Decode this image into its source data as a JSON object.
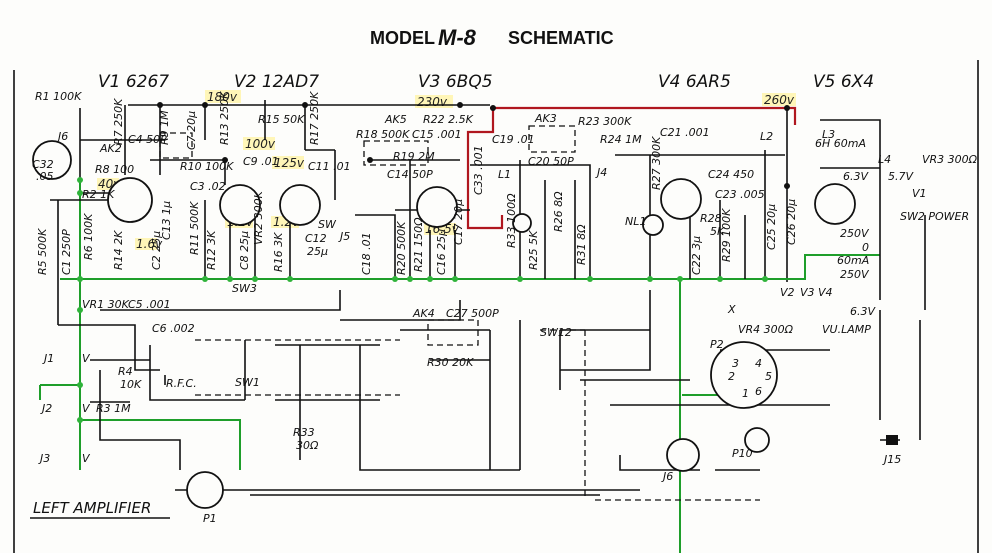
{
  "title": {
    "prefix": "MODEL",
    "model": "M-8",
    "suffix": "SCHEMATIC"
  },
  "footer_label": "LEFT AMPLIFIER",
  "colors": {
    "ground_bus": "#1e9e2a",
    "b_plus_line": "#b0171f",
    "voltage_highlight": "#fff6b8",
    "ink": "#111111"
  },
  "tubes": [
    {
      "ref": "V1",
      "type": "6267",
      "label": "V1 6267"
    },
    {
      "ref": "V2",
      "type": "12AD7",
      "label": "V2 12AD7"
    },
    {
      "ref": "V3",
      "type": "6BQ5",
      "label": "V3 6BQ5"
    },
    {
      "ref": "V4",
      "type": "6AR5",
      "label": "V4 6AR5"
    },
    {
      "ref": "V5",
      "type": "6X4",
      "label": "V5 6X4"
    }
  ],
  "voltages": [
    "180v",
    "100v",
    "125v",
    "230v",
    "260v",
    "40v",
    "1.2v",
    "1.2v",
    "16.5v",
    "1.6v"
  ],
  "resistors": [
    {
      "ref": "R1",
      "value": "100K"
    },
    {
      "ref": "R2",
      "value": "1K"
    },
    {
      "ref": "R3",
      "value": "1M"
    },
    {
      "ref": "R4",
      "value": "10K"
    },
    {
      "ref": "R5",
      "value": "500K"
    },
    {
      "ref": "R6",
      "value": "100K"
    },
    {
      "ref": "R7",
      "value": "250K"
    },
    {
      "ref": "R8",
      "value": "100"
    },
    {
      "ref": "R9",
      "value": "1M"
    },
    {
      "ref": "R10",
      "value": "100K"
    },
    {
      "ref": "R11",
      "value": "500K"
    },
    {
      "ref": "R12",
      "value": "3K"
    },
    {
      "ref": "R13",
      "value": "250K"
    },
    {
      "ref": "R14",
      "value": "2K"
    },
    {
      "ref": "R15",
      "value": "50K"
    },
    {
      "ref": "R16",
      "value": "3K"
    },
    {
      "ref": "R17",
      "value": "250K"
    },
    {
      "ref": "R18",
      "value": "500K"
    },
    {
      "ref": "R19",
      "value": "2M"
    },
    {
      "ref": "R20",
      "value": "500K"
    },
    {
      "ref": "R21",
      "value": "150Ω"
    },
    {
      "ref": "R22",
      "value": "2.5K"
    },
    {
      "ref": "R23",
      "value": "300K"
    },
    {
      "ref": "R24",
      "value": "1M"
    },
    {
      "ref": "R25",
      "value": "5K"
    },
    {
      "ref": "R26",
      "value": "8Ω"
    },
    {
      "ref": "R27",
      "value": "300K"
    },
    {
      "ref": "R28",
      "value": "5K"
    },
    {
      "ref": "R29",
      "value": "100K"
    },
    {
      "ref": "R30",
      "value": "20K"
    },
    {
      "ref": "R31",
      "value": "8Ω"
    },
    {
      "ref": "R33",
      "value": "30Ω"
    },
    {
      "ref": "VR1",
      "value": "30K"
    },
    {
      "ref": "VR2",
      "value": "300K"
    },
    {
      "ref": "VR3",
      "value": "300Ω"
    },
    {
      "ref": "VR4",
      "value": "300Ω"
    }
  ],
  "capacitors": [
    {
      "ref": "C1",
      "value": "250P"
    },
    {
      "ref": "C2",
      "value": "25μ"
    },
    {
      "ref": "C3",
      "value": ".02"
    },
    {
      "ref": "C4",
      "value": "50P"
    },
    {
      "ref": "C5",
      "value": ".001"
    },
    {
      "ref": "C6",
      "value": ".002"
    },
    {
      "ref": "C7",
      "value": "20μ"
    },
    {
      "ref": "C8",
      "value": "25μ"
    },
    {
      "ref": "C9",
      "value": ".01"
    },
    {
      "ref": "C11",
      "value": ".01"
    },
    {
      "ref": "C12",
      "value": "25μ"
    },
    {
      "ref": "C13",
      "value": "1μ"
    },
    {
      "ref": "C14",
      "value": "50P"
    },
    {
      "ref": "C15",
      "value": ".001"
    },
    {
      "ref": "C16",
      "value": "25μ"
    },
    {
      "ref": "C17",
      "value": "20μ"
    },
    {
      "ref": "C18",
      "value": ".01"
    },
    {
      "ref": "C19",
      "value": ".01"
    },
    {
      "ref": "C20",
      "value": "50P"
    },
    {
      "ref": "C21",
      "value": ".001"
    },
    {
      "ref": "C22",
      "value": "3μ"
    },
    {
      "ref": "C23",
      "value": ".005"
    },
    {
      "ref": "C24",
      "value": "450"
    },
    {
      "ref": "C25",
      "value": "20μ"
    },
    {
      "ref": "C26",
      "value": "20μ"
    },
    {
      "ref": "C27",
      "value": "500P"
    },
    {
      "ref": "C32",
      "value": ".05"
    },
    {
      "ref": "C33",
      "value": ".001"
    }
  ],
  "labels": {
    "r1": "R1 100K",
    "j16": "J6",
    "c32": "C32",
    "c32v": ".05",
    "r2": "R2 1K",
    "ak2": "AK2",
    "r8": "R8 100",
    "c4": "C4 50P",
    "r7": "R7 250K",
    "r9": "R9 1M",
    "c7": "C7 20μ",
    "r13": "R13 250K",
    "r10": "R10 100K",
    "c3": "C3 .02",
    "r11": "R11 500K",
    "c13": "C13 1μ",
    "c2": "C2 25μ",
    "r14": "R14 2K",
    "r6": "R6 100K",
    "c1": "C1 250P",
    "r5": "R5 500K",
    "r15": "R15 50K",
    "r17": "R17 250K",
    "c9": "C9 .01",
    "c11": "C11 .01",
    "vr2": "VR2 300K",
    "r12": "R12 3K",
    "c8": "C8 25μ",
    "r16": "R16 3K",
    "c12": "C12",
    "c12v": "25μ",
    "sw": "SW",
    "j5": "J5",
    "c18": "C18 .01",
    "ak5": "AK5",
    "r18": "R18 500K",
    "c15": "C15 .001",
    "r19": "R19 2M",
    "c14": "C14 50P",
    "r22": "R22 2.5K",
    "r20": "R20 500K",
    "r21": "R21 150Ω",
    "c16": "C16 25μ",
    "c17": "C17 20μ",
    "c33": "C33 .001",
    "c19": "C19 .01",
    "ak3": "AK3",
    "c20": "C20 50P",
    "r23": "R23 300K",
    "r24": "R24 1M",
    "l1": "L1",
    "j4": "J4",
    "r33a": "R33 100Ω",
    "r25": "R25 5K",
    "r26": "R26 8Ω",
    "r31": "R31 8Ω",
    "c21": "C21 .001",
    "l2": "L2",
    "r27": "R27 300K",
    "nl1": "NL1",
    "c24": "C24 450",
    "c23": "C23 .005",
    "r28": "R28",
    "r28v": "5K",
    "r29": "R29 100K",
    "c22": "C22 3μ",
    "c25": "C25 20μ",
    "c26": "C26 20μ",
    "l3": "L3",
    "l3v": "6H 60mA",
    "l4": "L4",
    "vr3": "VR3 300Ω",
    "v63": "6.3V",
    "v57": "5.7V",
    "vi": "V1",
    "sw2": "SW2 POWER",
    "t250a": "250V",
    "t0": "0",
    "t60": "60mA",
    "t250b": "250V",
    "vr1": "VR1 30K",
    "c5": "C5 .001",
    "c6": "C6 .002",
    "sw3": "SW3",
    "j1": "J1",
    "j2": "J2",
    "j3": "J3",
    "v": "V",
    "r4": "R4",
    "r4v": "10K",
    "r3": "R3 1M",
    "rfc": "R.F.C.",
    "sw1": "SW1",
    "r33": "R33",
    "r33v": "30Ω",
    "ak4": "AK4",
    "c27": "C27 500P",
    "r30": "R30 20K",
    "sw12": "SW12",
    "x": "X",
    "vr4": "VR4 300Ω",
    "vuv2": "V2",
    "vuv3": "V3",
    "vuv4": "V4",
    "vu63": "6.3V",
    "vulamp": "VU.LAMP",
    "p2": "P2",
    "p2pins": [
      "1",
      "2",
      "3",
      "4",
      "5",
      "6"
    ],
    "j6": "J6",
    "p10": "P10",
    "j15": "J15",
    "p1": "P1"
  }
}
